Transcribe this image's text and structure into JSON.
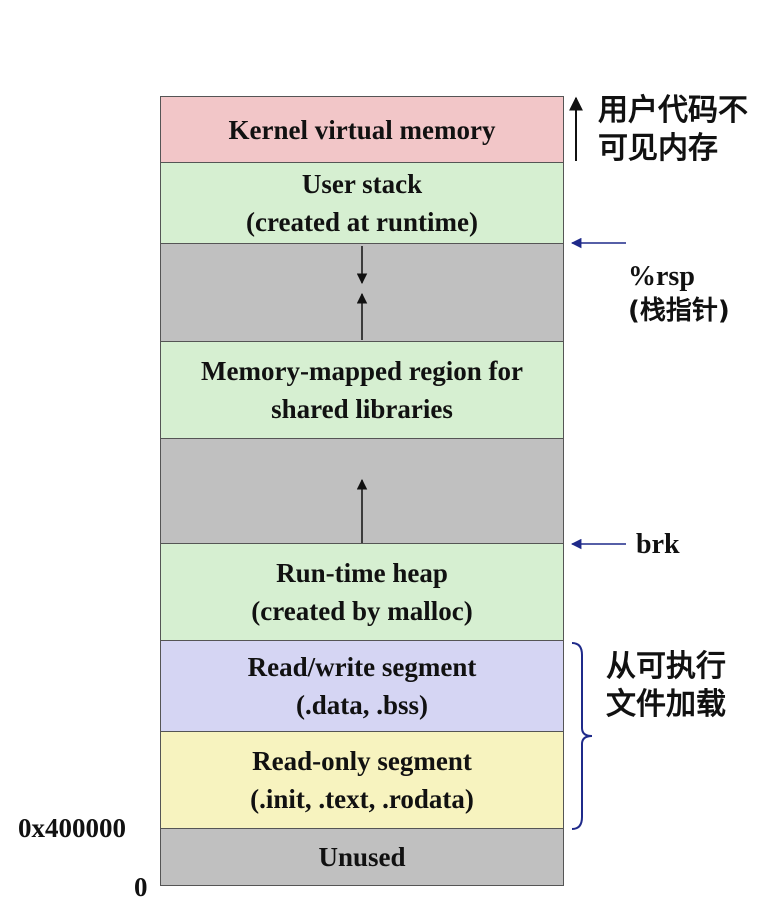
{
  "segments": [
    {
      "id": "kernel",
      "label": "Kernel virtual memory"
    },
    {
      "id": "stack",
      "label": "User stack\n(created at runtime)"
    },
    {
      "id": "gap1",
      "label": ""
    },
    {
      "id": "shared",
      "label": "Memory-mapped region for\nshared libraries"
    },
    {
      "id": "gap2",
      "label": ""
    },
    {
      "id": "heap",
      "label": "Run-time heap\n(created by malloc)"
    },
    {
      "id": "rw",
      "label": "Read/write segment\n(.data, .bss)"
    },
    {
      "id": "ro",
      "label": "Read-only segment\n(.init, .text, .rodata)"
    },
    {
      "id": "unused",
      "label": "Unused"
    }
  ],
  "annotations": {
    "kernel_note": "用户代码不\n可见内存",
    "rsp_pointer": "%rsp",
    "rsp_note": "(栈指针)",
    "brk_pointer": "brk",
    "loaded_note": "从可执行\n文件加载"
  },
  "addresses": {
    "start_address": "0x400000",
    "zero": "0"
  },
  "colors": {
    "kernel": "#f2c6c8",
    "user_regions": "#d6efd1",
    "gaps": "#c0c0c0",
    "rw": "#d5d5f3",
    "ro": "#f7f3bf",
    "pointer_arrows": "#1f2a8a"
  }
}
